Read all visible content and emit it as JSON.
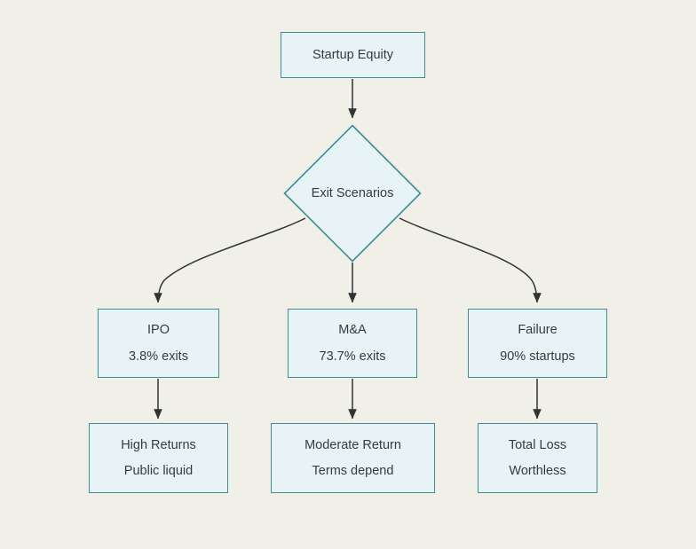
{
  "diagram": {
    "type": "flowchart",
    "title": "Startup Equity Exit Scenarios",
    "colors": {
      "background": "#f0f0e8",
      "node_fill": "#e8f3f5",
      "node_border": "#3d8c96",
      "text": "#333c42",
      "edge": "#333333"
    },
    "nodes": {
      "root": {
        "label": "Startup Equity",
        "shape": "rect"
      },
      "decision": {
        "label": "Exit Scenarios",
        "shape": "diamond"
      },
      "ipo": {
        "line1": "IPO",
        "line2": "3.8% exits",
        "shape": "rect"
      },
      "ma": {
        "line1": "M&A",
        "line2": "73.7% exits",
        "shape": "rect"
      },
      "failure": {
        "line1": "Failure",
        "line2": "90% startups",
        "shape": "rect"
      },
      "ipo_outcome": {
        "line1": "High Returns",
        "line2": "Public liquid",
        "shape": "rect"
      },
      "ma_outcome": {
        "line1": "Moderate Return",
        "line2": "Terms depend",
        "shape": "rect"
      },
      "failure_outcome": {
        "line1": "Total Loss",
        "line2": "Worthless",
        "shape": "rect"
      }
    },
    "edges": [
      {
        "from": "root",
        "to": "decision",
        "style": "straight"
      },
      {
        "from": "decision",
        "to": "ipo",
        "style": "curved"
      },
      {
        "from": "decision",
        "to": "ma",
        "style": "straight"
      },
      {
        "from": "decision",
        "to": "failure",
        "style": "curved"
      },
      {
        "from": "ipo",
        "to": "ipo_outcome",
        "style": "straight"
      },
      {
        "from": "ma",
        "to": "ma_outcome",
        "style": "straight"
      },
      {
        "from": "failure",
        "to": "failure_outcome",
        "style": "straight"
      }
    ]
  }
}
